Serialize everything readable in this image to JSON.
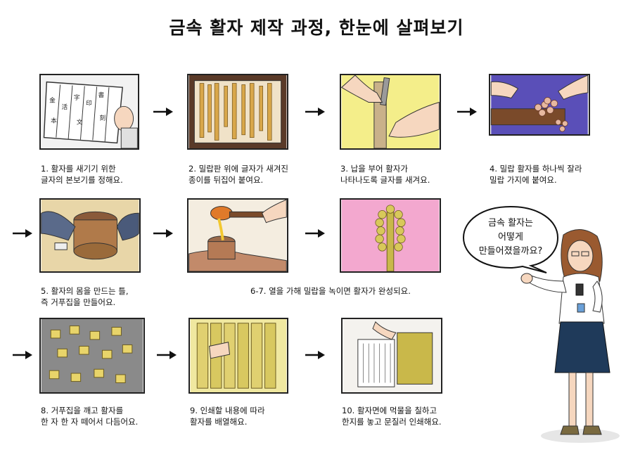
{
  "title": "금속 활자 제작 과정, 한눈에 살펴보기",
  "steps": {
    "s1": {
      "line1": "1. 활자를 새기기 위한",
      "line2": "글자의 본보기를 정해요."
    },
    "s2": {
      "line1": "2. 밀랍판 위에 글자가 새겨진",
      "line2": "종이를 뒤집어 붙여요."
    },
    "s3": {
      "line1": "3. 납을 부어 활자가",
      "line2": "나타나도록 글자를 새겨요."
    },
    "s4": {
      "line1": "4. 밀랍 활자를 하나씩 잘라",
      "line2": "밀랍 가지에 붙여요."
    },
    "s5": {
      "line1": "5. 활자의 몸을 만드는 틀,",
      "line2": "즉 거푸집을 만들어요."
    },
    "s67": {
      "line1": "6-7. 열을 가해 밀랍을 녹이면 활자가 완성되요."
    },
    "s8": {
      "line1": "8. 거푸집을 깨고 활자를",
      "line2": "한 자 한 자 떼어서 다듬어요."
    },
    "s9": {
      "line1": "9. 인쇄할 내용에 따라",
      "line2": "활자를 배열해요."
    },
    "s10": {
      "line1": "10. 활자면에 먹물을 칠하고",
      "line2": "한지를 놓고 문질러 인쇄해요."
    }
  },
  "bubble": {
    "line1": "금속 활자는",
    "line2": "어떻게",
    "line3": "만들어졌을까요?"
  },
  "colors": {
    "wax": "#e8d46a",
    "yellow": "#f4ee8a",
    "pink": "#f3a8cf",
    "purple": "#5a4fb8",
    "brown": "#8a5a3a",
    "skirt": "#1f3a5a"
  }
}
